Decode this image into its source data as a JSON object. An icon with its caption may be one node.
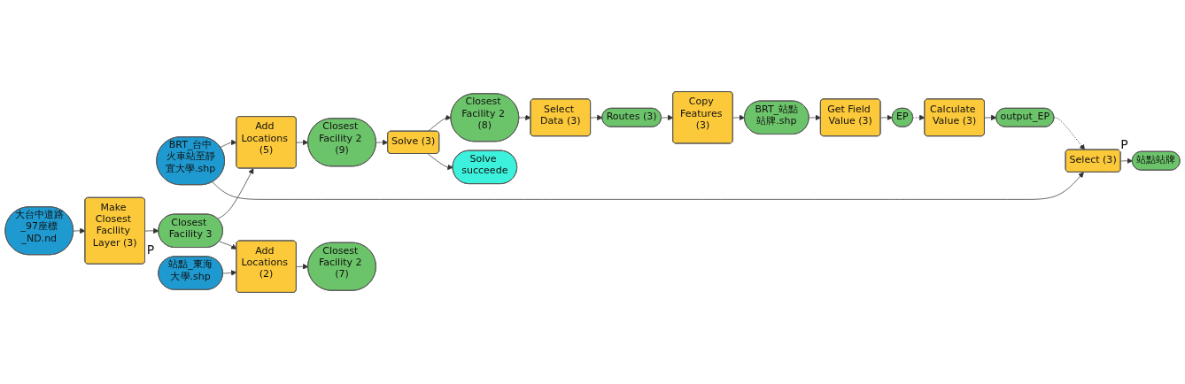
{
  "diagram": {
    "nodes": [
      {
        "text": [
          "大台中道路_97座標_ND.nd"
        ]
      },
      {
        "text": [
          "BRT_台中火車站至靜宜大學.shp"
        ]
      },
      {
        "text": [
          "Make Closest Facility Layer (3)"
        ]
      },
      {
        "text": [
          "Closest Facility 3"
        ]
      },
      {
        "text": [
          "Add Locations (5)"
        ]
      },
      {
        "text": [
          "Add Locations (2)"
        ]
      },
      {
        "text": [
          "站點_東海大學.shp"
        ],
        "beside": [
          "P"
        ]
      },
      {
        "text": [
          "Closest Facility 2 (9)"
        ]
      },
      {
        "text": [
          "Closest Facility 2 (7)"
        ]
      },
      {
        "text": [
          "Solve (3)"
        ]
      },
      {
        "text": [
          "Closest Facility 2 (8)"
        ]
      },
      {
        "text": [
          "Solve succeede"
        ]
      },
      {
        "text": [
          "Select Data (3)"
        ]
      },
      {
        "text": [
          "Routes (3)"
        ]
      },
      {
        "text": [
          "Copy Features (3)"
        ]
      },
      {
        "text": [
          "BRT_站點站牌.shp"
        ]
      },
      {
        "text": [
          "Get Field Value (3)"
        ]
      },
      {
        "text": [
          "EP"
        ]
      },
      {
        "text": [
          "Calculate Value (3)"
        ]
      },
      {
        "text": [
          "output_EP"
        ]
      },
      {
        "text": [
          "Select (3)"
        ]
      },
      {
        "text": [
          "站點站牌"
        ],
        "beside": [
          "P"
        ]
      }
    ],
    "edges": [
      {
        "from": 0,
        "to": 2,
        "arrow": "to"
      },
      {
        "from": 2,
        "to": 3,
        "arrow": "to"
      },
      {
        "from": 3,
        "to": 4,
        "arrow": "to"
      },
      {
        "from": 3,
        "to": 5,
        "arrow": "to"
      },
      {
        "from": 1,
        "to": 4,
        "arrow": "to"
      },
      {
        "from": 6,
        "to": 5,
        "arrow": "to"
      },
      {
        "from": 4,
        "to": 7,
        "arrow": "to"
      },
      {
        "from": 5,
        "to": 8,
        "arrow": "to"
      },
      {
        "from": 7,
        "to": 9,
        "arrow": "to"
      },
      {
        "from": 9,
        "to": 10,
        "arrow": "to"
      },
      {
        "from": 9,
        "to": 11,
        "arrow": "to"
      },
      {
        "from": 10,
        "to": 12,
        "arrow": "to"
      },
      {
        "from": 12,
        "to": 13,
        "arrow": "to"
      },
      {
        "from": 13,
        "to": 14,
        "arrow": "to"
      },
      {
        "from": 14,
        "to": 15,
        "arrow": "to"
      },
      {
        "from": 15,
        "to": 16,
        "arrow": "to"
      },
      {
        "from": 16,
        "to": 17,
        "arrow": "to"
      },
      {
        "from": 17,
        "to": 18,
        "arrow": "to",
        "style": "dashed"
      },
      {
        "from": 18,
        "to": 19,
        "arrow": "to"
      },
      {
        "from": 19,
        "to": 20,
        "arrow": "to",
        "style": "dashed"
      },
      {
        "from": 1,
        "to": 20,
        "arrow": "to"
      },
      {
        "from": 20,
        "to": 21,
        "arrow": "to"
      }
    ]
  }
}
